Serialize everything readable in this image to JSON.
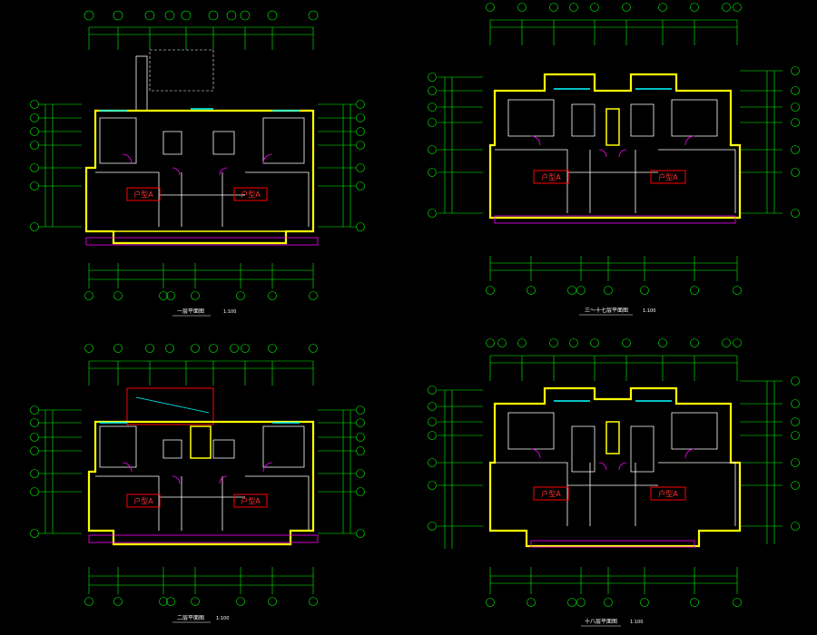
{
  "colors": {
    "background": "#000000",
    "grid": "#00ff00",
    "wall": "#ffff00",
    "interior_wall": "#ffffff",
    "door": "#ff00ff",
    "label_box": "#ff0000",
    "window": "#00ffff",
    "text": "#ffffff"
  },
  "drawing": {
    "plans": [
      {
        "id": "plan-1",
        "title": "一层平面图",
        "scale": "1:100",
        "units": [
          {
            "label": "户型A"
          },
          {
            "label": "户型A"
          }
        ]
      },
      {
        "id": "plan-2",
        "title": "三～十七层平面图",
        "scale": "1:100",
        "units": [
          {
            "label": "户型A"
          },
          {
            "label": "户型A"
          }
        ]
      },
      {
        "id": "plan-3",
        "title": "二层平面图",
        "scale": "1:100",
        "units": [
          {
            "label": "户型A"
          },
          {
            "label": "户型A"
          }
        ]
      },
      {
        "id": "plan-4",
        "title": "十八层平面图",
        "scale": "1:100",
        "units": [
          {
            "label": "户型A"
          },
          {
            "label": "户型A"
          }
        ]
      }
    ]
  }
}
